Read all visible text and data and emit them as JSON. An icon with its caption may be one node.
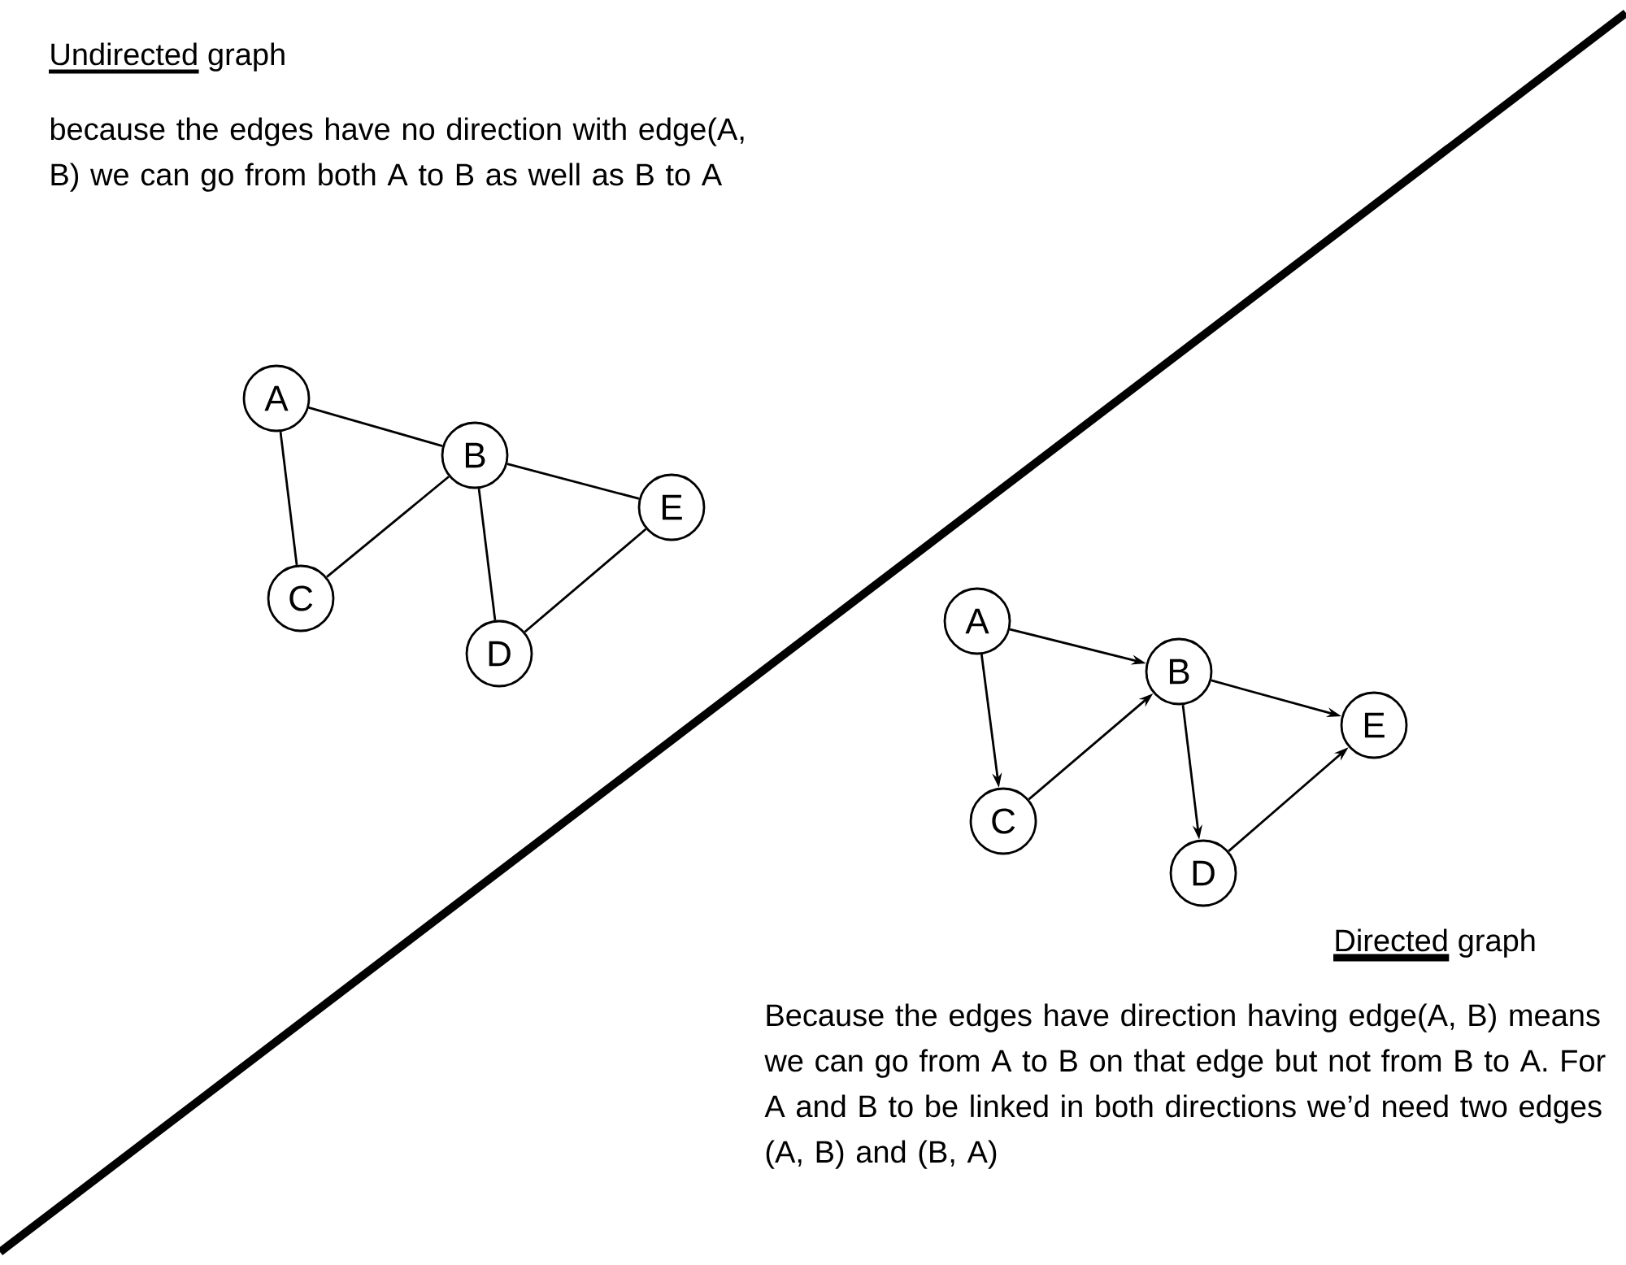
{
  "diagram": {
    "nodes": [
      {
        "text": [
          "A"
        ]
      },
      {
        "text": [
          "B"
        ]
      },
      {
        "text": [
          "C"
        ]
      },
      {
        "text": [
          "D"
        ]
      },
      {
        "text": [
          "E"
        ]
      },
      {
        "text": [
          "A"
        ]
      },
      {
        "text": [
          "B"
        ]
      },
      {
        "text": [
          "C"
        ]
      },
      {
        "text": [
          "D"
        ]
      },
      {
        "text": [
          "E"
        ]
      }
    ],
    "edges": [
      {
        "from": 0,
        "to": 1,
        "arrow": "none"
      },
      {
        "from": 0,
        "to": 2,
        "arrow": "none"
      },
      {
        "from": 2,
        "to": 1,
        "arrow": "none"
      },
      {
        "from": 1,
        "to": 3,
        "arrow": "none"
      },
      {
        "from": 1,
        "to": 4,
        "arrow": "none"
      },
      {
        "from": 3,
        "to": 4,
        "arrow": "none"
      },
      {
        "from": 5,
        "to": 6,
        "arrow": "to"
      },
      {
        "from": 5,
        "to": 7,
        "arrow": "to"
      },
      {
        "from": 7,
        "to": 6,
        "arrow": "to"
      },
      {
        "from": 6,
        "to": 8,
        "arrow": "to"
      },
      {
        "from": 6,
        "to": 9,
        "arrow": "to"
      },
      {
        "from": 8,
        "to": 9,
        "arrow": "to"
      }
    ],
    "labels": [
      "Undirected",
      "graph",
      "because the edges have no direction with edge(A, B) we can go from both A to B as well as B to A",
      "Directed",
      "graph",
      "Because the edges have direction having edge(A, B) means we can go from A to B on that edge but not from B to A. For A and B to be linked in both directions we’d need two edges (A, B) and (B, A)"
    ]
  }
}
